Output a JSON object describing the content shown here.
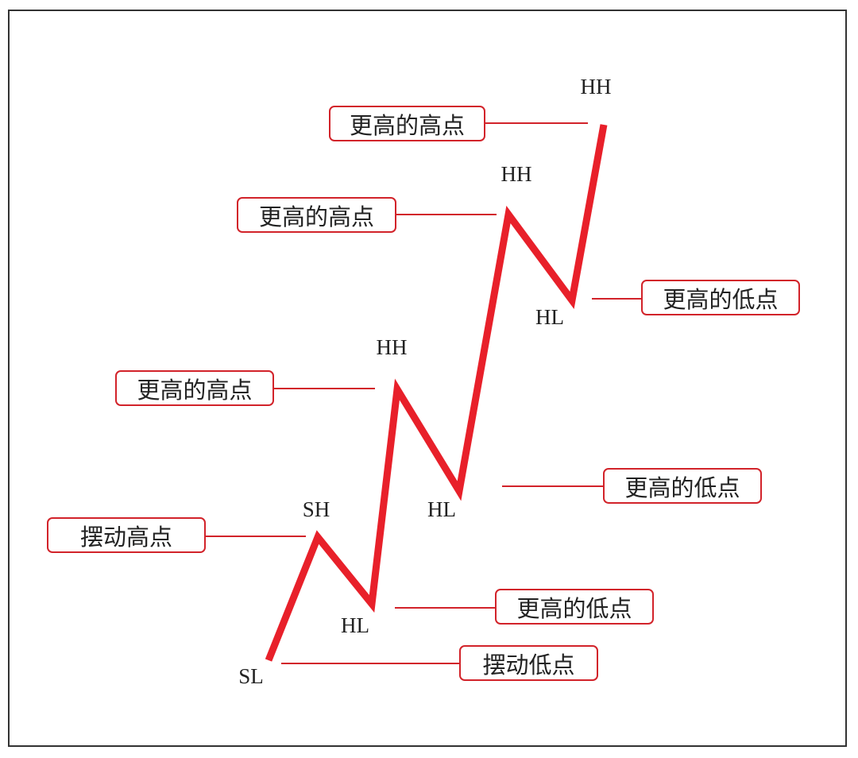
{
  "colors": {
    "zigzag": "#e8202a",
    "box_border": "#d2232a",
    "connector": "#d2232a"
  },
  "points": {
    "sl": "SL",
    "sh": "SH",
    "hl1": "HL",
    "hh1": "HH",
    "hl2": "HL",
    "hh2": "HH",
    "hl3": "HL",
    "hh3": "HH"
  },
  "labels": {
    "swing_low": "摆动低点",
    "swing_high": "摆动高点",
    "higher_low_1": "更高的低点",
    "higher_high_1": "更高的高点",
    "higher_low_2": "更高的低点",
    "higher_high_2": "更高的高点",
    "higher_low_3": "更高的低点",
    "higher_high_3": "更高的高点"
  }
}
